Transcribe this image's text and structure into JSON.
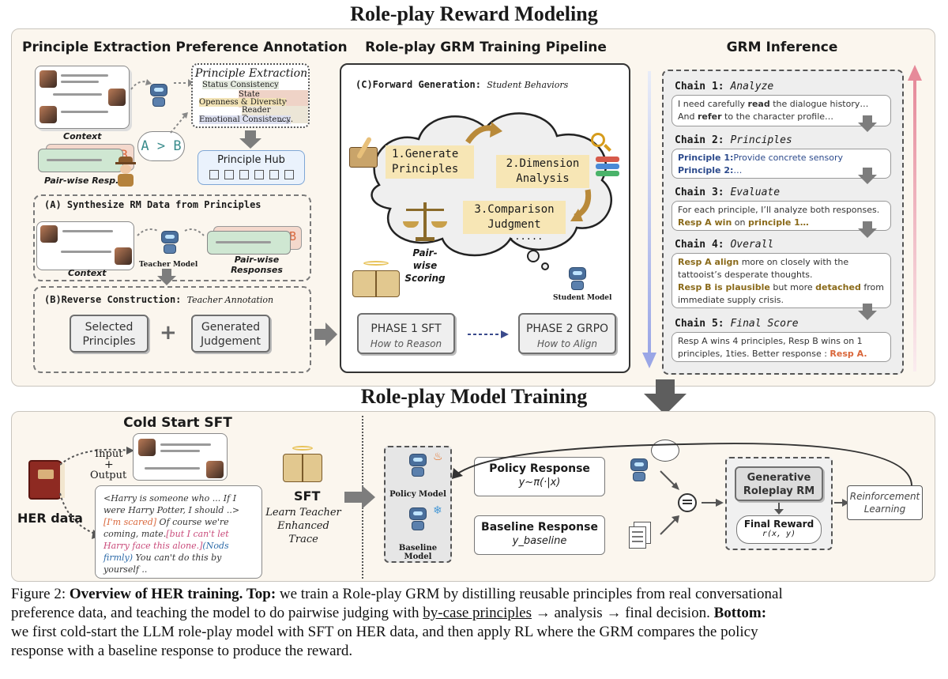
{
  "titles": {
    "top": "Role-play Reward Modeling",
    "bottom": "Role-play Model Training"
  },
  "left_panel": {
    "title": "Principle Extraction Preference Annotation",
    "extraction_title": "Principle Extraction",
    "principles": [
      "Status Consistency",
      "State Consistency",
      "Openness & Diversity",
      "Reader Experience",
      "Emotional Consistency",
      "......"
    ],
    "context_label": "Context",
    "pairwise_label": "Pair-wise Resp.",
    "ab_label": "A > B",
    "hub_label": "Principle Hub",
    "section_a": "(A) Synthesize RM Data from Principles",
    "context_label_2": "Context",
    "teacher_label": "Teacher Model",
    "pairwise_responses": "Pair-wise Responses",
    "section_b_prefix": "(B)Reverse Construction:",
    "section_b_suffix": "Teacher Annotation",
    "selected_principles": "Selected Principles",
    "plus": "+",
    "generated_judgement": "Generated Judgement"
  },
  "middle_panel": {
    "title": "Role-play GRM Training Pipeline",
    "forward_prefix": "(C)Forward Generation:",
    "forward_suffix": "Student Behaviors",
    "step1": "1.Generate Principles",
    "step2": "2.Dimension Analysis",
    "step3": "3.Comparison Judgment",
    "ellipsis": "......",
    "pairwise_scoring": "Pair-wise Scoring",
    "student_label": "Student Model",
    "phase1_title": "PHASE 1 SFT",
    "phase1_sub": "How to Reason",
    "phase2_title": "PHASE 2 GRPO",
    "phase2_sub": "How to Align"
  },
  "right_panel": {
    "title": "GRM Inference",
    "chains": [
      {
        "label": "Chain 1:",
        "name": "Analyze"
      },
      {
        "label": "Chain 2:",
        "name": "Principles"
      },
      {
        "label": "Chain 3:",
        "name": "Evaluate"
      },
      {
        "label": "Chain 4:",
        "name": "Overall"
      },
      {
        "label": "Chain 5:",
        "name": "Final Score"
      }
    ],
    "c1_l1a": "I need carefully ",
    "c1_l1b": "read",
    "c1_l1c": " the dialogue history…",
    "c1_l2a": "And ",
    "c1_l2b": "refer",
    "c1_l2c": " to the character profile…",
    "c2_l1a": "Principle 1:",
    "c2_l1b": "Provide concrete sensory",
    "c2_l2a": "Principle 2:",
    "c2_l2b": "…",
    "c3_l1": "For each principle, I’ll analyze both responses.",
    "c3_l2a": "Resp A win",
    "c3_l2b": " on ",
    "c3_l2c": "principle 1…",
    "c4_l1a": "Resp A align",
    "c4_l1b": " more on closely with the",
    "c4_l2": "tattooist’s desperate thoughts.",
    "c4_l3a": "Resp B is plausible",
    "c4_l3b": " but more ",
    "c4_l3c": "detached",
    "c4_l3d": " from",
    "c4_l4": "immediate supply crisis.",
    "c5_l1": "Resp A wins 4 principles, Resp B wins on 1",
    "c5_l2a": "principles, 1ties. Better response : ",
    "c5_l2b": "Resp A."
  },
  "bottom": {
    "cold_start": "Cold Start SFT",
    "input": "Input",
    "plus": "+",
    "output": "Output",
    "her_data": "HER data",
    "story_1": "<Harry is someone who ... If I were Harry Potter, I should ..>",
    "story_2": "[I'm scared]",
    "story_3": " Of course we're coming, mate.",
    "story_4": "[but I can't let Harry face this alone.]",
    "story_5": "(Nods firmly)",
    "story_6": " You can't do this by yourself ..",
    "sft": "SFT",
    "sft_sub": "Learn Teacher Enhanced Trace",
    "policy_model": "Policy Model",
    "baseline_model": "Baseline Model",
    "policy_response": "Policy Response",
    "policy_formula": "y~π(·|x)",
    "baseline_response": "Baseline Response",
    "baseline_formula": "y_baseline",
    "grm_title": "Generative Roleplay RM",
    "final_reward": "Final Reward",
    "final_reward_formula": "r(x, y)",
    "rl": "Reinforcement Learning"
  },
  "caption": {
    "fig": "Figure 2: ",
    "bold1": "Overview of HER training.",
    "bold2": " Top:",
    "t1": " we train a Role-play GRM by distilling reusable principles from real conversational",
    "t2": "preference data, and teaching the model to do pairwise judging with ",
    "underline": "by-case principles",
    "t3": " → analysis → final decision. ",
    "bold3": "Bottom:",
    "t4": "we first cold-start the LLM role-play model with SFT on HER data, and then apply RL where the GRM compares the policy",
    "t5": "response with a baseline response to produce the reward."
  },
  "colors": {
    "panel_bg": "#fbf6ee",
    "highlight": "#f7e6b5",
    "accent_orange": "#d9663a",
    "blue_text": "#2c4a8c",
    "arrow_gray": "#7d7d7d"
  }
}
